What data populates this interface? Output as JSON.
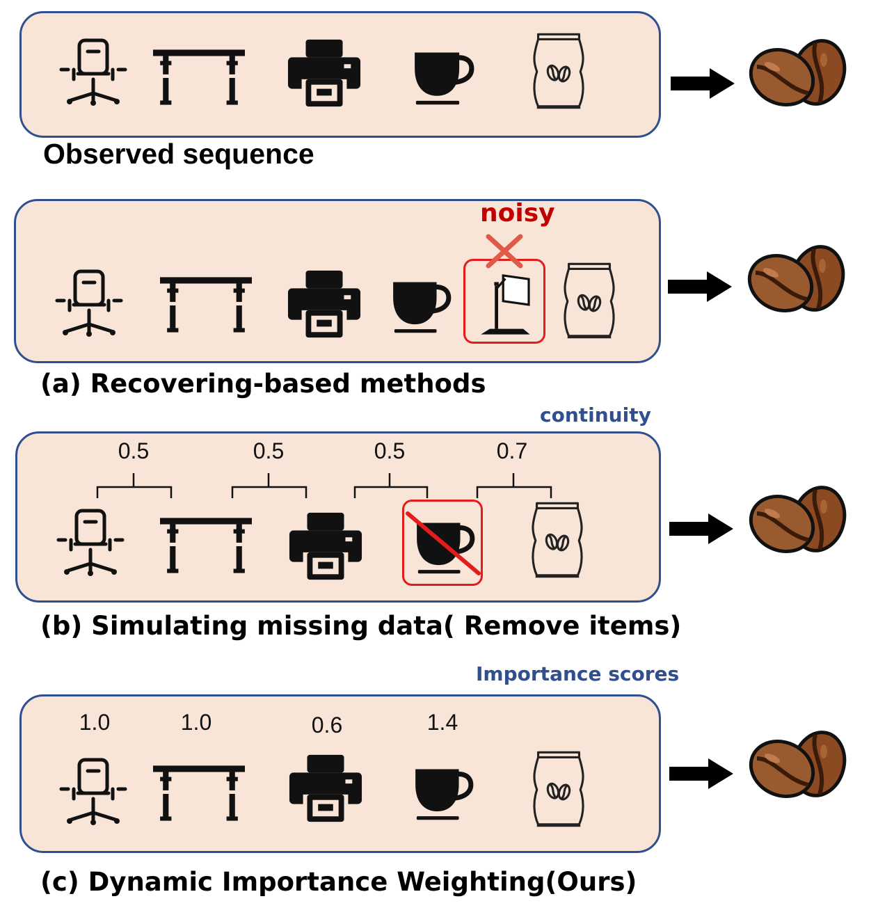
{
  "rows": {
    "observed": {
      "caption": "Observed sequence"
    },
    "recovering": {
      "caption": "(a) Recovering-based methods",
      "noisy_label": "noisy"
    },
    "simulating": {
      "caption": "(b) Simulating missing data( Remove items)",
      "note": "continuity",
      "pair_scores": [
        "0.5",
        "0.5",
        "0.5",
        "0.7"
      ]
    },
    "dynamic": {
      "caption": "(c) Dynamic Importance Weighting(Ours)",
      "note": "Importance scores",
      "item_scores": [
        "1.0",
        "1.0",
        "0.6",
        "1.4"
      ]
    }
  },
  "colors": {
    "panel_fill": "#f8e5d7",
    "panel_border": "#2f4f8f",
    "note_blue": "#2f4f8f",
    "highlight_red": "#e31c1c",
    "noisy_red": "#c00000",
    "bean_brown": "#8b4a22"
  },
  "icons": [
    "chair-icon",
    "desk-icon",
    "printer-icon",
    "cup-icon",
    "coffee-bag-icon",
    "lamp-icon",
    "coffee-beans-icon",
    "arrow-icon"
  ]
}
